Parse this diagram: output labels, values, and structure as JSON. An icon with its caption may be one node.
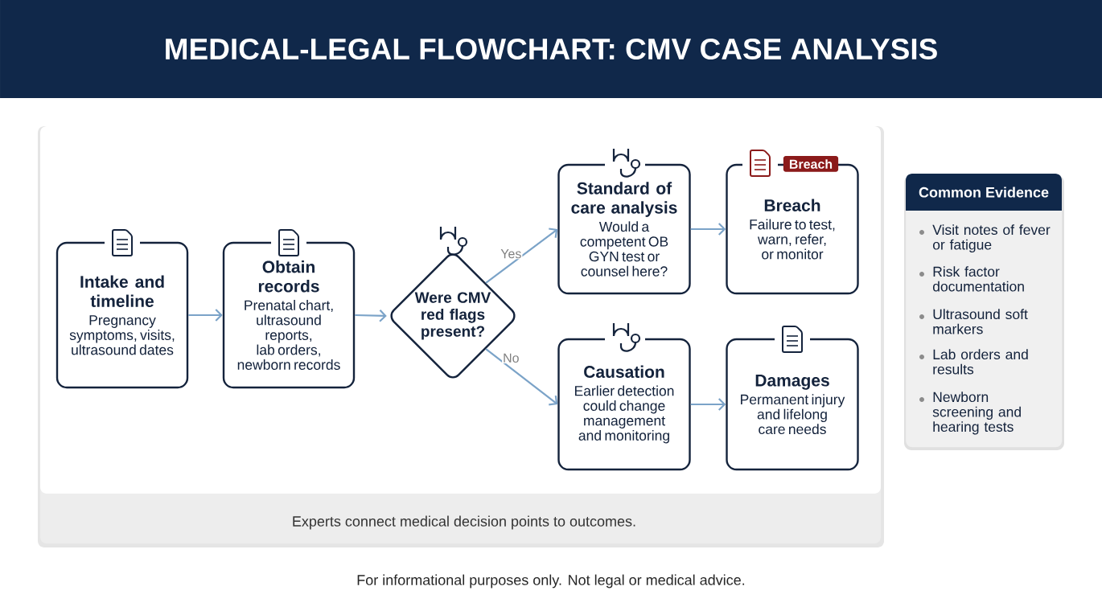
{
  "diagram": {
    "title": "MEDICAL-LEGAL FLOWCHART: CMV CASE ANALYSIS",
    "caption": "Experts connect medical decision points to outcomes.",
    "nodes": [
      {
        "text": [
          "Intake and timeline",
          "Pregnancy symptoms, visits, ultrasound dates"
        ]
      },
      {
        "text": [
          "Obtain records",
          "Prenatal chart, ultrasound reports, lab orders, newborn records"
        ]
      },
      {
        "text": [
          "Were CMV red flags present?"
        ]
      },
      {
        "text": [
          "Standard of care analysis",
          "Would a competent OB GYN test or counsel here?"
        ]
      },
      {
        "text": [
          "Breach",
          "Failure to test, warn, refer, or monitor"
        ],
        "beside": [
          "Breach"
        ]
      },
      {
        "text": [
          "Causation",
          "Earlier detection could change management and monitoring"
        ]
      },
      {
        "text": [
          "Damages",
          "Permanent injury and lifelong care needs"
        ]
      },
      {
        "text": [
          "Common Evidence",
          "Visit notes of fever or fatigue",
          "Risk factor documentation",
          "Ultrasound soft markers",
          "Lab orders and results",
          "Newborn screening and hearing tests"
        ]
      }
    ],
    "edges": [
      {
        "from": 0,
        "to": 1,
        "arrow": "to"
      },
      {
        "from": 1,
        "to": 2,
        "arrow": "to"
      },
      {
        "from": 2,
        "to": 3,
        "arrow": "to",
        "label": "Yes"
      },
      {
        "from": 2,
        "to": 5,
        "arrow": "to",
        "label": "No"
      },
      {
        "from": 3,
        "to": 4,
        "arrow": "to"
      },
      {
        "from": 5,
        "to": 6,
        "arrow": "to"
      }
    ],
    "labels": [
      "For informational purposes only. Not legal or medical advice."
    ]
  }
}
